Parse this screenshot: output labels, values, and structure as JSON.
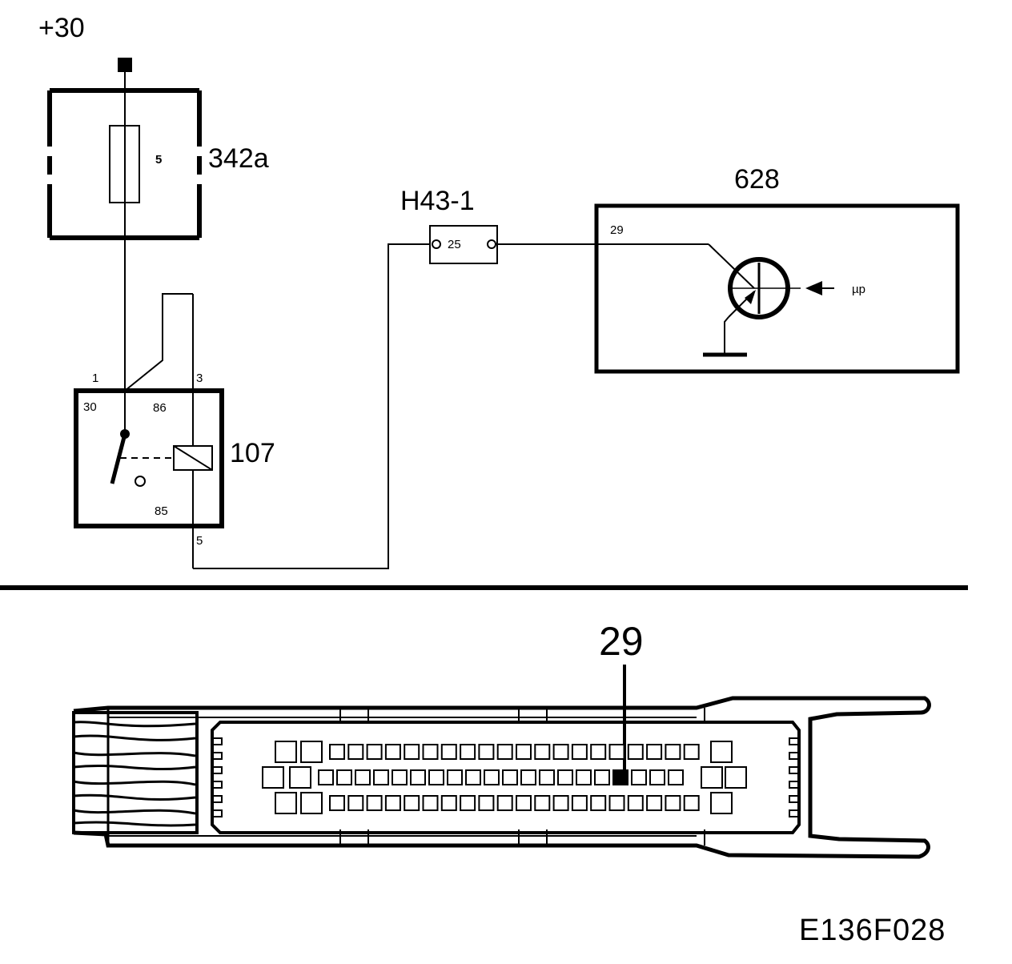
{
  "supply": {
    "label": "+30"
  },
  "fuse_box": {
    "id": "342a",
    "fuse_number": "5"
  },
  "relay": {
    "id": "107",
    "pins": {
      "p1": "1",
      "p3": "3",
      "p5": "5",
      "t30": "30",
      "t86": "86",
      "t85": "85"
    }
  },
  "connector_h43": {
    "id": "H43-1",
    "pin": "25"
  },
  "control_unit": {
    "id": "628",
    "pin": "29",
    "signal_label": "µp"
  },
  "ecu_connector": {
    "pin_callout": "29"
  },
  "figure_code": "E136F028"
}
